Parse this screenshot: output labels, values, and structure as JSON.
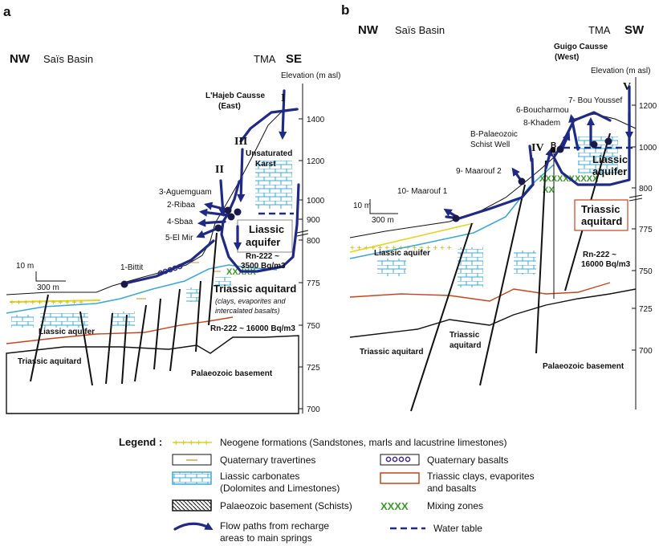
{
  "panel_a": {
    "label": "a",
    "nw": "NW",
    "basin": "Saïs Basin",
    "tma": "TMA",
    "se": "SE",
    "elevation_title": "Elevation (m asl)",
    "elev_ticks": [
      "1400",
      "1200",
      "1000",
      "900",
      "800",
      "775",
      "750",
      "725",
      "700"
    ],
    "causse": [
      "L'Hajeb Causse",
      "(East)"
    ],
    "romans": [
      "I",
      "II",
      "III"
    ],
    "karst": [
      "Unsaturated",
      "Karst"
    ],
    "springs": [
      "3-Aguemguam",
      "2-Ribaa",
      "4-Sbaa",
      "5-El Mir",
      "1-Bittit"
    ],
    "liassic_box": [
      "Liassic",
      "aquifer"
    ],
    "rn_high": [
      "Rn-222 ~",
      "3500 Bq/m3"
    ],
    "triassic_main": "Triassic aquitard",
    "triassic_note": [
      "(clays, evaporites and",
      "intercalated basalts)"
    ],
    "rn_low": "Rn-222 ~ 16000 Bq/m3",
    "liassic_aquifer": "Liassic aquifer",
    "triassic_lower": "Triassic aquitard",
    "basement": "Palaeozoic basement",
    "scale_v": "10 m",
    "scale_h": "300 m"
  },
  "panel_b": {
    "label": "b",
    "nw": "NW",
    "basin": "Saïs Basin",
    "tma": "TMA",
    "sw": "SW",
    "causse": [
      "Guigo Causse",
      "(West)"
    ],
    "elevation_title": "Elevation (m asl)",
    "elev_ticks": [
      "1200",
      "1000",
      "800",
      "775",
      "750",
      "725",
      "700"
    ],
    "romans": [
      "IV",
      "V"
    ],
    "b_marker": "B",
    "springs": [
      "7- Bou Youssef",
      "6-Boucharmou",
      "8-Khadem",
      "9- Maarouf 2",
      "10- Maarouf 1"
    ],
    "well": [
      "B-Palaeozoic",
      "Schist Well"
    ],
    "liassic_box": [
      "Liassic",
      "aquifer"
    ],
    "triassic_box": [
      "Triassic",
      "aquitard"
    ],
    "rn": [
      "Rn-222 ~",
      "16000 Bq/m3"
    ],
    "liassic_aquifer": "Liassic aquifer",
    "triassic_1": [
      "Triassic aquitard"
    ],
    "triassic_2": [
      "Triassic",
      "aquitard"
    ],
    "basement": "Palaeozoic basement",
    "scale_v": "10 m",
    "scale_h": "300 m"
  },
  "legend": {
    "title": "Legend :",
    "items": {
      "neogene": "Neogene formations (Sandstones, marls and lacustrine limestones)",
      "travertines": "Quaternary travertines",
      "basalts": "Quaternary basalts",
      "liassic": [
        "Liassic carbonates",
        "(Dolomites and Limestones)"
      ],
      "triassic": [
        "Triassic clays, evaporites",
        "and basalts"
      ],
      "palaeozoic": "Palaeozoic basement (Schists)",
      "mixing": "Mixing zones",
      "flow": [
        "Flow paths from recharge",
        "areas to main springs"
      ],
      "water_table": "Water table"
    }
  },
  "colors": {
    "flow": "#1f2a86",
    "liassic": "#3aa8d8",
    "triassic": "#c8441c",
    "neogene": "#e8d21a",
    "travertine": "#d4a050",
    "basalt": "#3d2a8a",
    "mixing": "#3a9a2a"
  }
}
